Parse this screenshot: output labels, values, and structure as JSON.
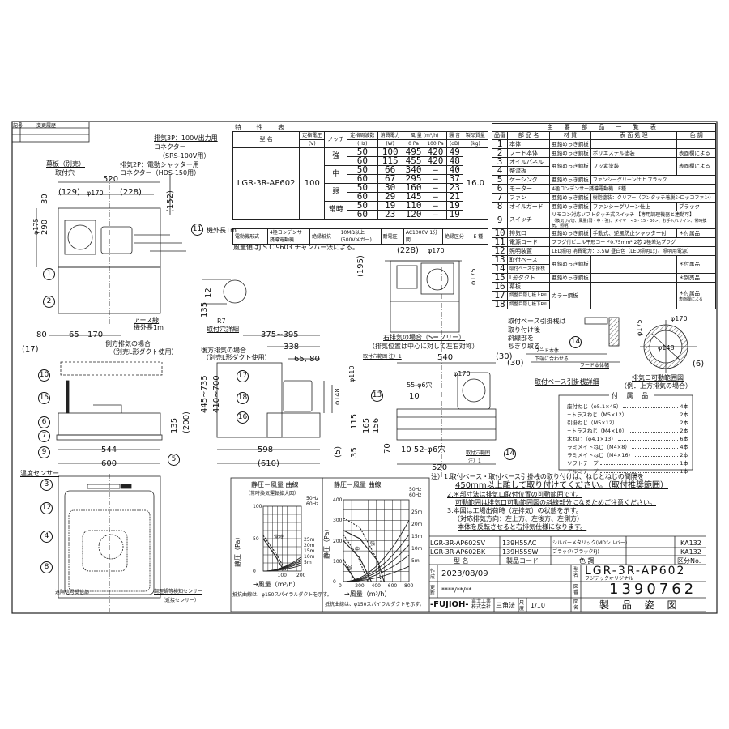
{
  "revision": {
    "col_mark": "記号",
    "col_history": "変更履歴"
  },
  "spec_table": {
    "title": "特 性 表",
    "headers": {
      "model": "型 名",
      "voltage": "定格電圧",
      "voltage_unit": "(V)",
      "notch": "ノッチ",
      "freq": "定格周波数",
      "freq_unit": "(Hz)",
      "power": "消費電力",
      "power_unit": "(W)",
      "airflow": "風 量 (m³/h)",
      "p0": "0 Pa",
      "p100": "100 Pa",
      "noise": "騒 音",
      "noise_unit": "(dB)",
      "weight": "製品質量",
      "weight_unit": "(kg)"
    },
    "model": "LGR-3R-AP602",
    "voltage": "100",
    "weight": "16.0",
    "groups": [
      {
        "notch": "強",
        "rows": [
          {
            "hz": "50",
            "w": "100",
            "p0": "495",
            "p100": "420",
            "db": "49"
          },
          {
            "hz": "60",
            "w": "115",
            "p0": "455",
            "p100": "420",
            "db": "48"
          }
        ]
      },
      {
        "notch": "中",
        "rows": [
          {
            "hz": "50",
            "w": "66",
            "p0": "340",
            "p100": "—",
            "db": "40"
          },
          {
            "hz": "60",
            "w": "67",
            "p0": "295",
            "p100": "—",
            "db": "37"
          }
        ]
      },
      {
        "notch": "弱",
        "rows": [
          {
            "hz": "50",
            "w": "30",
            "p0": "160",
            "p100": "—",
            "db": "23"
          },
          {
            "hz": "60",
            "w": "29",
            "p0": "145",
            "p100": "—",
            "db": "21"
          }
        ]
      },
      {
        "notch": "常時",
        "rows": [
          {
            "hz": "50",
            "w": "19",
            "p0": "110",
            "p100": "—",
            "db": "19"
          },
          {
            "hz": "60",
            "w": "23",
            "p0": "120",
            "p100": "—",
            "db": "19"
          }
        ]
      }
    ],
    "insulation": {
      "motor_type_label": "電動機形式",
      "motor_type": "4極コンデンサー誘導電動機",
      "resistance_label": "絶縁抵抗",
      "resistance": "10MΩ以上 (500Vメガー)",
      "withstand_label": "耐電圧",
      "withstand": "AC1000V 1分間",
      "class_label": "絶縁区分",
      "class": "E 種"
    },
    "note": "風量値はJIS C 9603 チャンバー法による。"
  },
  "parts_table": {
    "title": "主 要 部 品 一 覧 表",
    "headers": [
      "品番",
      "部 品 名",
      "材 質",
      "表 面 処 理",
      "色 調"
    ],
    "rows": [
      {
        "no": "1",
        "name": "本体",
        "material": "亜鉛めっき鋼板"
      },
      {
        "no": "2",
        "name": "フード本体",
        "material": "亜鉛めっき鋼板",
        "finish": "ポリエステル塗装",
        "color": "表面欄による"
      },
      {
        "no": "3",
        "name": "オイルパネル",
        "material": "亜鉛めっき鋼板",
        "finish": "フッ素塗装",
        "color": "表面欄による"
      },
      {
        "no": "4",
        "name": "整流板"
      },
      {
        "no": "5",
        "name": "ケーシング",
        "material": "亜鉛めっき鋼板",
        "finish": "ファンシーグリーン仕上 ブラック"
      },
      {
        "no": "6",
        "name": "モーター",
        "material": "4極コンデンサー誘導電動機　E種"
      },
      {
        "no": "7",
        "name": "ファン",
        "material": "亜鉛めっき鋼板",
        "finish": "樹脂塗装：クリアー（ワンタッチ着脱シロッコファン）"
      },
      {
        "no": "8",
        "name": "オイルガード",
        "material": "亜鉛めっき鋼板",
        "finish": "ファンシーグリーン仕上",
        "color": "ブラック"
      },
      {
        "no": "9",
        "name": "スイッチ",
        "material": "リモコン対応ソフトタッチ式スイッチ 【専用調理機器と連動可】",
        "material2": "（換気 入/切、風量(弱・中・強)、タイマー<3・15・30>、お手入れサイン、常時換気、照明）"
      },
      {
        "no": "10",
        "name": "排気口",
        "material": "亜鉛めっき鋼板",
        "finish": "手動式、逆風防止シャッター付",
        "color": "＊付属品"
      },
      {
        "no": "11",
        "name": "電源コード",
        "material": "プラグ付ビニル平形コード0.75mm² 2芯 2極差込プラグ"
      },
      {
        "no": "12",
        "name": "照明装置",
        "material": "LED照明 消費電力：3.5W 昼白色（LED照明1灯、照明用電源）"
      },
      {
        "no": "13",
        "name": "取付ベース",
        "material": "亜鉛めっき鋼板",
        "color": "＊付属品"
      },
      {
        "no": "14",
        "name": "取付ベース引掛桟"
      },
      {
        "no": "15",
        "name": "L形ダクト",
        "material": "亜鉛めっき鋼板",
        "color": "＊別売品"
      },
      {
        "no": "16",
        "name": "幕板",
        "material": "カラー鋼板",
        "color": "＊付属品",
        "color2": "表面欄による"
      },
      {
        "no": "17",
        "name": "調整目隠し板上R/L"
      },
      {
        "no": "18",
        "name": "調整目隠し板下R/L"
      }
    ]
  },
  "notes": [
    "注）1.取付ベース・取付ベース引掛桟の取り付けは、ねじとねじの間隔を",
    "450mm以上離して取り付けてください。（取付推奨範囲）",
    "2.＊部寸法は排気口取付位置の可動範囲です。",
    "可動範囲は排気口可動範囲図の斜線部分になるためご注意ください。",
    "3.本図は工場出荷時（左排気）の状態を示す。",
    "（対応排気方向：左上方、左後方、左側方）",
    "本体を反転させると右排気仕様になります。"
  ],
  "accessories": {
    "title": "付 属 品",
    "items": [
      {
        "name": "座付ねじ（φ5.1×45）",
        "qty": "4本"
      },
      {
        "name": "+トラスねじ（M5×12）",
        "qty": "2本"
      },
      {
        "name": "引掛ねじ（M5×12）",
        "qty": "2本"
      },
      {
        "name": "+トラスねじ（M4×10）",
        "qty": "2本"
      },
      {
        "name": "木ねじ（φ4.1×13）",
        "qty": "6本"
      },
      {
        "name": "ラミメイトねじ（M4×8）",
        "qty": "4本"
      },
      {
        "name": "ラミメイトねじ（M4×16）",
        "qty": "2本"
      },
      {
        "name": "ソフトテープ",
        "qty": "1本"
      },
      {
        "name": "アルミテープ",
        "qty": "1本"
      }
    ]
  },
  "title_block": {
    "variants": [
      {
        "model": "LGR-3R-AP602SV",
        "code": "139H55AC",
        "color": "シルバーメタリック(MDシルバー)",
        "class_no": "KA132"
      },
      {
        "model": "LGR-3R-AP602BK",
        "code": "139H55SW",
        "color": "ブラック(ブラックFJ)",
        "class_no": "KA132"
      }
    ],
    "headers": {
      "model": "型 名",
      "code": "製品コード",
      "color": "色 調",
      "class_no": "区分No."
    },
    "created_label": "作成",
    "created": "2023/08/09",
    "revised_label": "更新",
    "revised": "****/**/**",
    "model_label": "型名",
    "model": "LGR-3R-AP602",
    "subtitle": "フジテックオリジナル",
    "drawing_no_label": "図番",
    "drawing_no": "1390762",
    "drawing_name_label": "図名",
    "drawing_name": "製 品 姿 図",
    "company_logo": "-FUJIOH-",
    "company": "富士工業株式会社",
    "projection": "三角法",
    "scale_label": "尺度",
    "scale": "1/10"
  },
  "labels": {
    "exhaust3p": "排気3P：100V出力用",
    "connector": "コネクター",
    "srs": "（SRS-100V用）",
    "exhaust2p": "排気2P：電動シャッター用",
    "hds": "コネクター（HDS-150用）",
    "makuita": "幕板（別売）",
    "toritsuke_ana": "取付穴",
    "d520": "520",
    "d129": "(129)",
    "d170": "φ170",
    "d228": "(228)",
    "d30": "30",
    "d175": "φ175",
    "d290": "290",
    "d152": "(152)",
    "cord_len": "機外長1m",
    "earth": "アース線",
    "earth_len": "機外長1m",
    "hole_12": "12",
    "hole_135": "135",
    "hole_r7": "R7",
    "hole_detail": "取付穴詳細",
    "d80": "80",
    "d65": "65",
    "d170b": "170",
    "d17": "(17)",
    "side_exhaust": "側方排気の場合",
    "side_exhaust2": "（別売L形ダクト使用）",
    "d135": "135",
    "d200": "(200)",
    "d544": "544",
    "d600": "600",
    "rear_exhaust": "後方排気の場合",
    "rear_exhaust2": "（別売L形ダクト使用）",
    "d375": "375~395",
    "d338": "338",
    "d6580": "65, 80",
    "d445": "445~735",
    "d410": "410~700",
    "d148": "φ148",
    "d110": "φ110",
    "d115": "115",
    "d35": "35",
    "d5": "(5)",
    "d598": "598",
    "d610": "(610)",
    "temp_sensor": "温度センサー",
    "r228": "(228)",
    "r170": "φ170",
    "r195": "(195)",
    "r175": "φ175",
    "right_exhaust": "右排気の場合（S＝フリー）",
    "right_exhaust2": "（排気位置は中心に対して左右対称）",
    "hole_range": "取付穴範囲 注）1",
    "d540": "540",
    "d30b": "(30)",
    "b170": "φ170",
    "holes55": "55-φ6穴",
    "d10": "10",
    "d165": "165",
    "d156": "156",
    "d70": "70",
    "holes52": "10 52-φ6穴",
    "hole_range2": "取付穴範囲",
    "note1": "注）1",
    "d520b": "520",
    "hook_note1": "取付ベース引掛桟は",
    "hook_note2": "取り付け後",
    "hook_note3": "斜線部を",
    "hook_note4": "ちぎり取る。",
    "hood_bottom1": "フード本体",
    "hood_bottom2": "下端に合わせる",
    "hood_width": "フード本体幅",
    "d30c": "(30)",
    "hook_detail": "取付ベース引掛桟詳細",
    "e170": "φ170",
    "e175": "φ175",
    "e148": "φ148",
    "e6": "(6)",
    "range_title": "排気口可動範囲図",
    "range_sub": "（例．上方排気の場合）",
    "remote": "遠隔信号受信部",
    "pan_sensor": "調理鍋等検知センサー",
    "proximity": "（近接センサー）"
  },
  "charts": [
    {
      "title": "静圧－風量 曲線",
      "subtitle": "（常時換気運転拡大図）",
      "ylabel": "静圧（Pa）",
      "xlabel": "→風量（m³/h）",
      "note": "抵抗曲線は、φ150スパイラルダクトを示す。",
      "legend": [
        "50Hz",
        "60Hz"
      ],
      "xlim": [
        0,
        200
      ],
      "ylim": [
        0,
        100
      ],
      "xticks": [
        "100",
        "200"
      ],
      "yticks": [
        "0",
        "50",
        "100"
      ],
      "curve_label": "常時",
      "resistance_labels": [
        "25m",
        "20m",
        "15m",
        "10m",
        "5m"
      ],
      "fan_curves": [
        {
          "hz": "50",
          "points": [
            [
              0,
              50
            ],
            [
              60,
              25
            ],
            [
              110,
              0
            ]
          ]
        },
        {
          "hz": "60",
          "points": [
            [
              0,
              55
            ],
            [
              65,
              28
            ],
            [
              120,
              0
            ]
          ]
        }
      ],
      "resistance_at_200": [
        22,
        19,
        16,
        13,
        9
      ]
    },
    {
      "title": "静圧－風量 曲線",
      "ylabel": "静圧（Pa）",
      "xlabel": "→風量（m³/h）",
      "note": "抵抗曲線は、φ150スパイラルダクトを示す。",
      "legend": [
        "50Hz",
        "60Hz"
      ],
      "xlim": [
        0,
        800
      ],
      "ylim": [
        0,
        400
      ],
      "xticks": [
        "0",
        "200",
        "400",
        "600",
        "800"
      ],
      "yticks": [
        "0",
        "100",
        "200",
        "300",
        "400"
      ],
      "curve_labels": [
        "強",
        "中",
        "弱"
      ],
      "resistance_labels": [
        "25m",
        "20m",
        "15m",
        "10m",
        "5m"
      ],
      "fan_curves": [
        {
          "hz": "50",
          "points": [
            [
              0,
              250
            ],
            [
              200,
              210
            ],
            [
              420,
              100
            ],
            [
              495,
              0
            ]
          ]
        },
        {
          "hz": "60",
          "points": [
            [
              0,
              310
            ],
            [
              200,
              265
            ],
            [
              420,
              100
            ],
            [
              455,
              0
            ]
          ],
          "dashed": true
        },
        {
          "hz": "50",
          "points": [
            [
              0,
              200
            ],
            [
              200,
              115
            ],
            [
              340,
              0
            ]
          ]
        },
        {
          "hz": "60",
          "points": [
            [
              0,
              230
            ],
            [
              180,
              120
            ],
            [
              295,
              0
            ]
          ],
          "dashed": true
        },
        {
          "hz": "50",
          "points": [
            [
              0,
              90
            ],
            [
              160,
              0
            ]
          ]
        },
        {
          "hz": "60",
          "points": [
            [
              0,
              110
            ],
            [
              145,
              0
            ]
          ],
          "dashed": true
        }
      ],
      "resistance_at_800": [
        300,
        230,
        180,
        130,
        75
      ]
    }
  ]
}
